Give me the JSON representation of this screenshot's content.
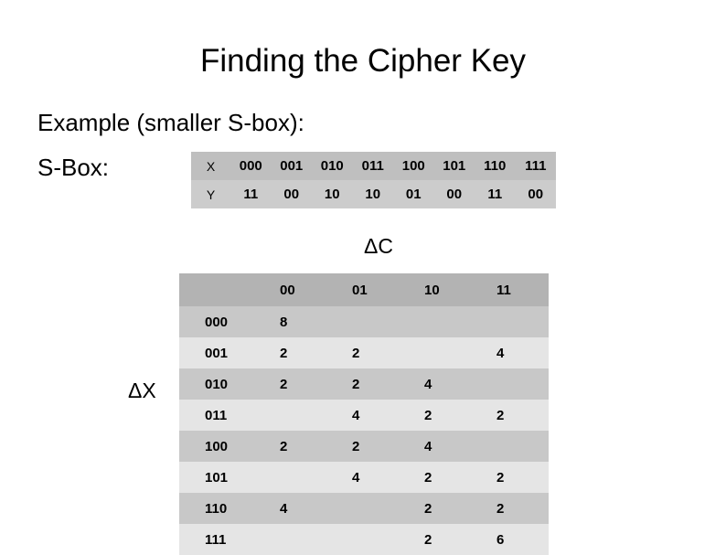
{
  "slide": {
    "title": "Finding the Cipher Key",
    "example_line": "Example (smaller S-box):",
    "sbox_line": "S-Box:"
  },
  "sbox_table": {
    "row_x_label": "X",
    "row_y_label": "Y",
    "x_values": [
      "000",
      "001",
      "010",
      "011",
      "100",
      "101",
      "110",
      "111"
    ],
    "y_values": [
      "11",
      "00",
      "10",
      "10",
      "01",
      "00",
      "11",
      "00"
    ],
    "header_bg": "#bfbfbf",
    "row_bg": "#cccccc"
  },
  "ddt": {
    "column_axis_label": "ΔC",
    "row_axis_label": "ΔX",
    "corner_label": "",
    "columns": [
      "00",
      "01",
      "10",
      "11"
    ],
    "rows": [
      {
        "label": "000",
        "values": [
          "8",
          "",
          "",
          ""
        ]
      },
      {
        "label": "001",
        "values": [
          "2",
          "2",
          "",
          "4"
        ]
      },
      {
        "label": "010",
        "values": [
          "2",
          "2",
          "4",
          ""
        ]
      },
      {
        "label": "011",
        "values": [
          "",
          "4",
          "2",
          "2"
        ]
      },
      {
        "label": "100",
        "values": [
          "2",
          "2",
          "4",
          ""
        ]
      },
      {
        "label": "101",
        "values": [
          "",
          "4",
          "2",
          "2"
        ]
      },
      {
        "label": "110",
        "values": [
          "4",
          "",
          "2",
          "2"
        ]
      },
      {
        "label": "111",
        "values": [
          "",
          "",
          "2",
          "6"
        ]
      }
    ],
    "header_bg": "#b3b3b3",
    "odd_row_bg": "#c8c8c8",
    "even_row_bg": "#e5e5e5"
  }
}
